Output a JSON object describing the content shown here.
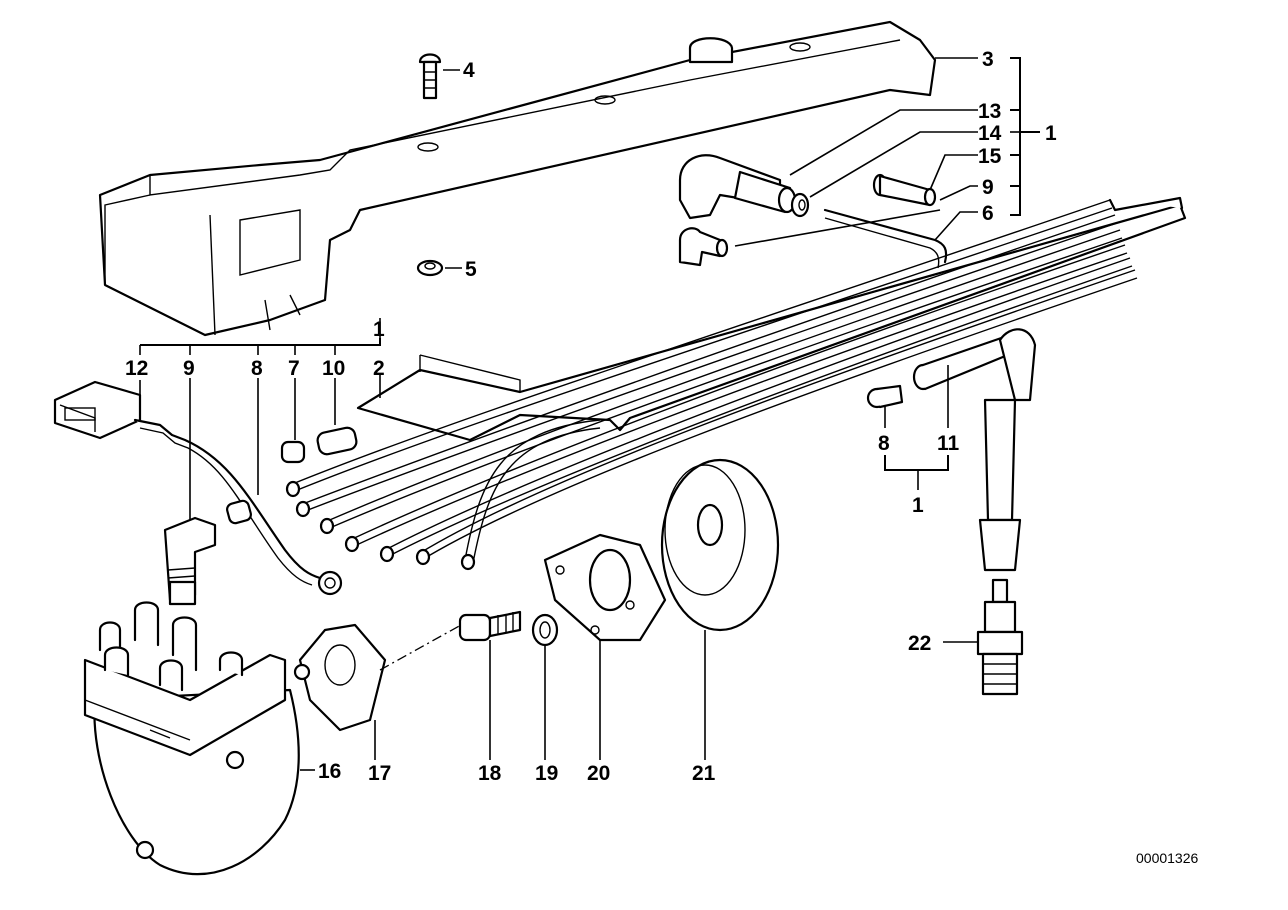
{
  "diagram": {
    "title": "Ignition wiring / distributor exploded parts diagram",
    "document_number": "00001326",
    "colors": {
      "line": "#000000",
      "background": "#ffffff"
    }
  },
  "callouts": {
    "c3": "3",
    "c13": "13",
    "c14": "14",
    "c1_top": "1",
    "c15": "15",
    "c9_top": "9",
    "c6": "6",
    "c4": "4",
    "c5": "5",
    "c1_left": "1",
    "c2": "2",
    "c12": "12",
    "c9_left": "9",
    "c8_left": "8",
    "c7": "7",
    "c10": "10",
    "c8_right": "8",
    "c11": "11",
    "c1_right": "1",
    "c16": "16",
    "c17": "17",
    "c18": "18",
    "c19": "19",
    "c20": "20",
    "c21": "21",
    "c22": "22"
  },
  "part_groups": [
    {
      "group": "1",
      "members_top": [
        "13",
        "14",
        "15",
        "9",
        "6",
        "3"
      ]
    },
    {
      "group": "1",
      "members_left": [
        "12",
        "9",
        "8",
        "7",
        "10",
        "2"
      ]
    },
    {
      "group": "1",
      "members_right": [
        "8",
        "11"
      ]
    }
  ]
}
